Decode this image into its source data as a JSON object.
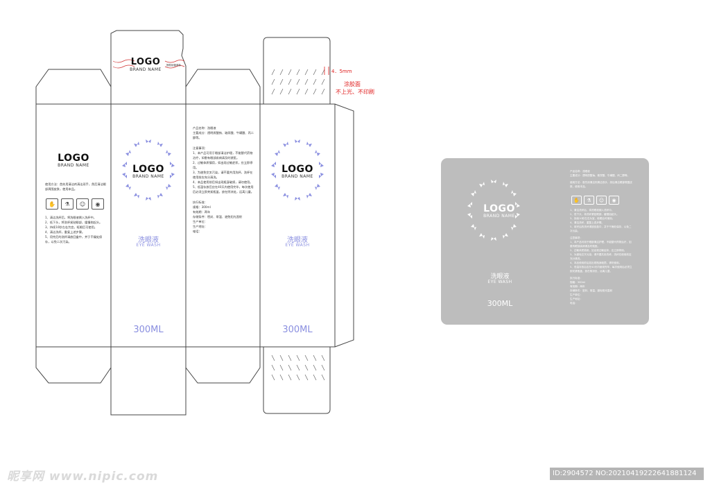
{
  "brand": {
    "logo": "LOGO",
    "brand_name": "BRAND NAME"
  },
  "product": {
    "name_cn": "洗眼液",
    "name_en": "EYE WASH",
    "volume": "300ML"
  },
  "top_flap": {
    "logo": "LOGO",
    "brand_name": "BRAND NAME",
    "side_note": "授权经营商标"
  },
  "usage": {
    "intro": "使用方法：首先用清洁剂清洁双手，然后清洁眼部周围皮肤，使用本品。",
    "steps": [
      "1、清洁洗杯后，将洗眼液倒入洗杯中。",
      "2、低下头，将洗杯紧贴眼部，缓慢抬起头。",
      "3、持续10秒左右为宜，眨眼后可使用。",
      "4、清洁洗杯，重复上述步骤。",
      "5、用完后的洗杯请放回盒中，并于干燥处保存，以免二次污染。"
    ]
  },
  "info": {
    "name_line": "产品名称：洗眼液",
    "ingredients": "主要成分：透明质酸钠、玻尿酸、牛磺酸、丙二醇等。",
    "notes_title": "注意事项：",
    "notes": [
      "1、本产品可用于眼部清洁护理，不能替代药物治疗，如患有眼部疾病请及时就医。",
      "2、过敏体质慎用，如出现过敏症状，应立即停用。",
      "3、为避免交叉污染，请不要共用洗杯，洗杯在使用前应充分清洗。",
      "4、本品使用前后如出现瓶身破损，请勿使用。",
      "5、低温存放后应在40天内使用完毕，每次使用后必须立即关紧瓶盖，放在阴凉处，远离儿童。"
    ],
    "standard": "执行标准：",
    "spec": "规格：300ml",
    "shelf_life": "有效期：两年",
    "storage": "存储条件：密封、常温、避免阳光直射",
    "maker": "生产单位：",
    "address": "生产地址：",
    "phone": "电话："
  },
  "annotations": {
    "dimension": "4．5mm",
    "note_line1": "涂胶面",
    "note_line2": "不上光、不印刷"
  },
  "watermark": {
    "left": "昵享网 www.nipic.com",
    "right": "ID:2904572 NO:20210419222641881124"
  },
  "colors": {
    "accent": "#8a8fe0",
    "preview_bg": "#bdbdbd",
    "outline": "#444444",
    "annotation": "#e02020"
  }
}
